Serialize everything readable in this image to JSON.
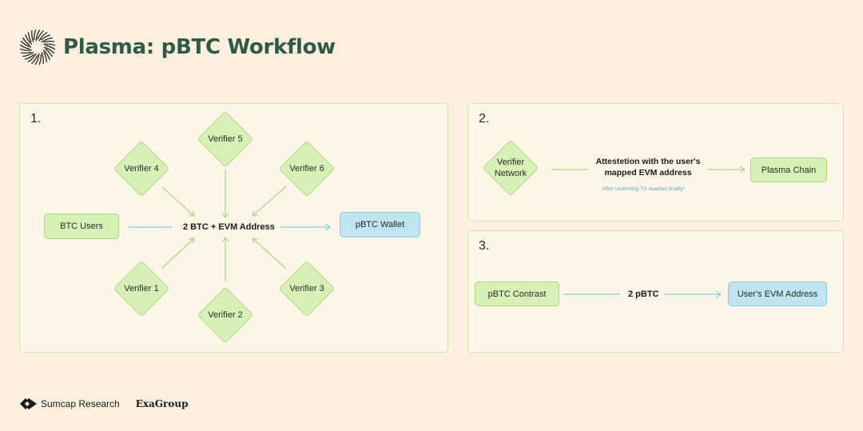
{
  "title": "Plasma: pBTC Workflow",
  "colors": {
    "background": "#fcefe0",
    "panel": "#fdf5e8",
    "accent_green": "#d7f0b5",
    "accent_blue": "#bfe6f0",
    "title": "#2f5a44"
  },
  "panel1": {
    "number": "1.",
    "verifiers": [
      "Verifier 1",
      "Verifier 2",
      "Verifier 3",
      "Verifier 4",
      "Verifier 5",
      "Verifier 6"
    ],
    "source": "BTC Users",
    "center": "2 BTC + EVM Address",
    "target": "pBTC Wallet"
  },
  "panel2": {
    "number": "2.",
    "source_line1": "Verifier",
    "source_line2": "Network",
    "attest_line1": "Attestetion with the user's",
    "attest_line2": "mapped EVM address",
    "note": "After confirming TX reached finality*",
    "target": "Plasma Chain"
  },
  "panel3": {
    "number": "3.",
    "source": "pBTC Contrast",
    "center": "2 pBTC",
    "target": "User's EVM Address"
  },
  "footer": {
    "brand1": "Sumcap Research",
    "brand2": "ExaGroup"
  }
}
